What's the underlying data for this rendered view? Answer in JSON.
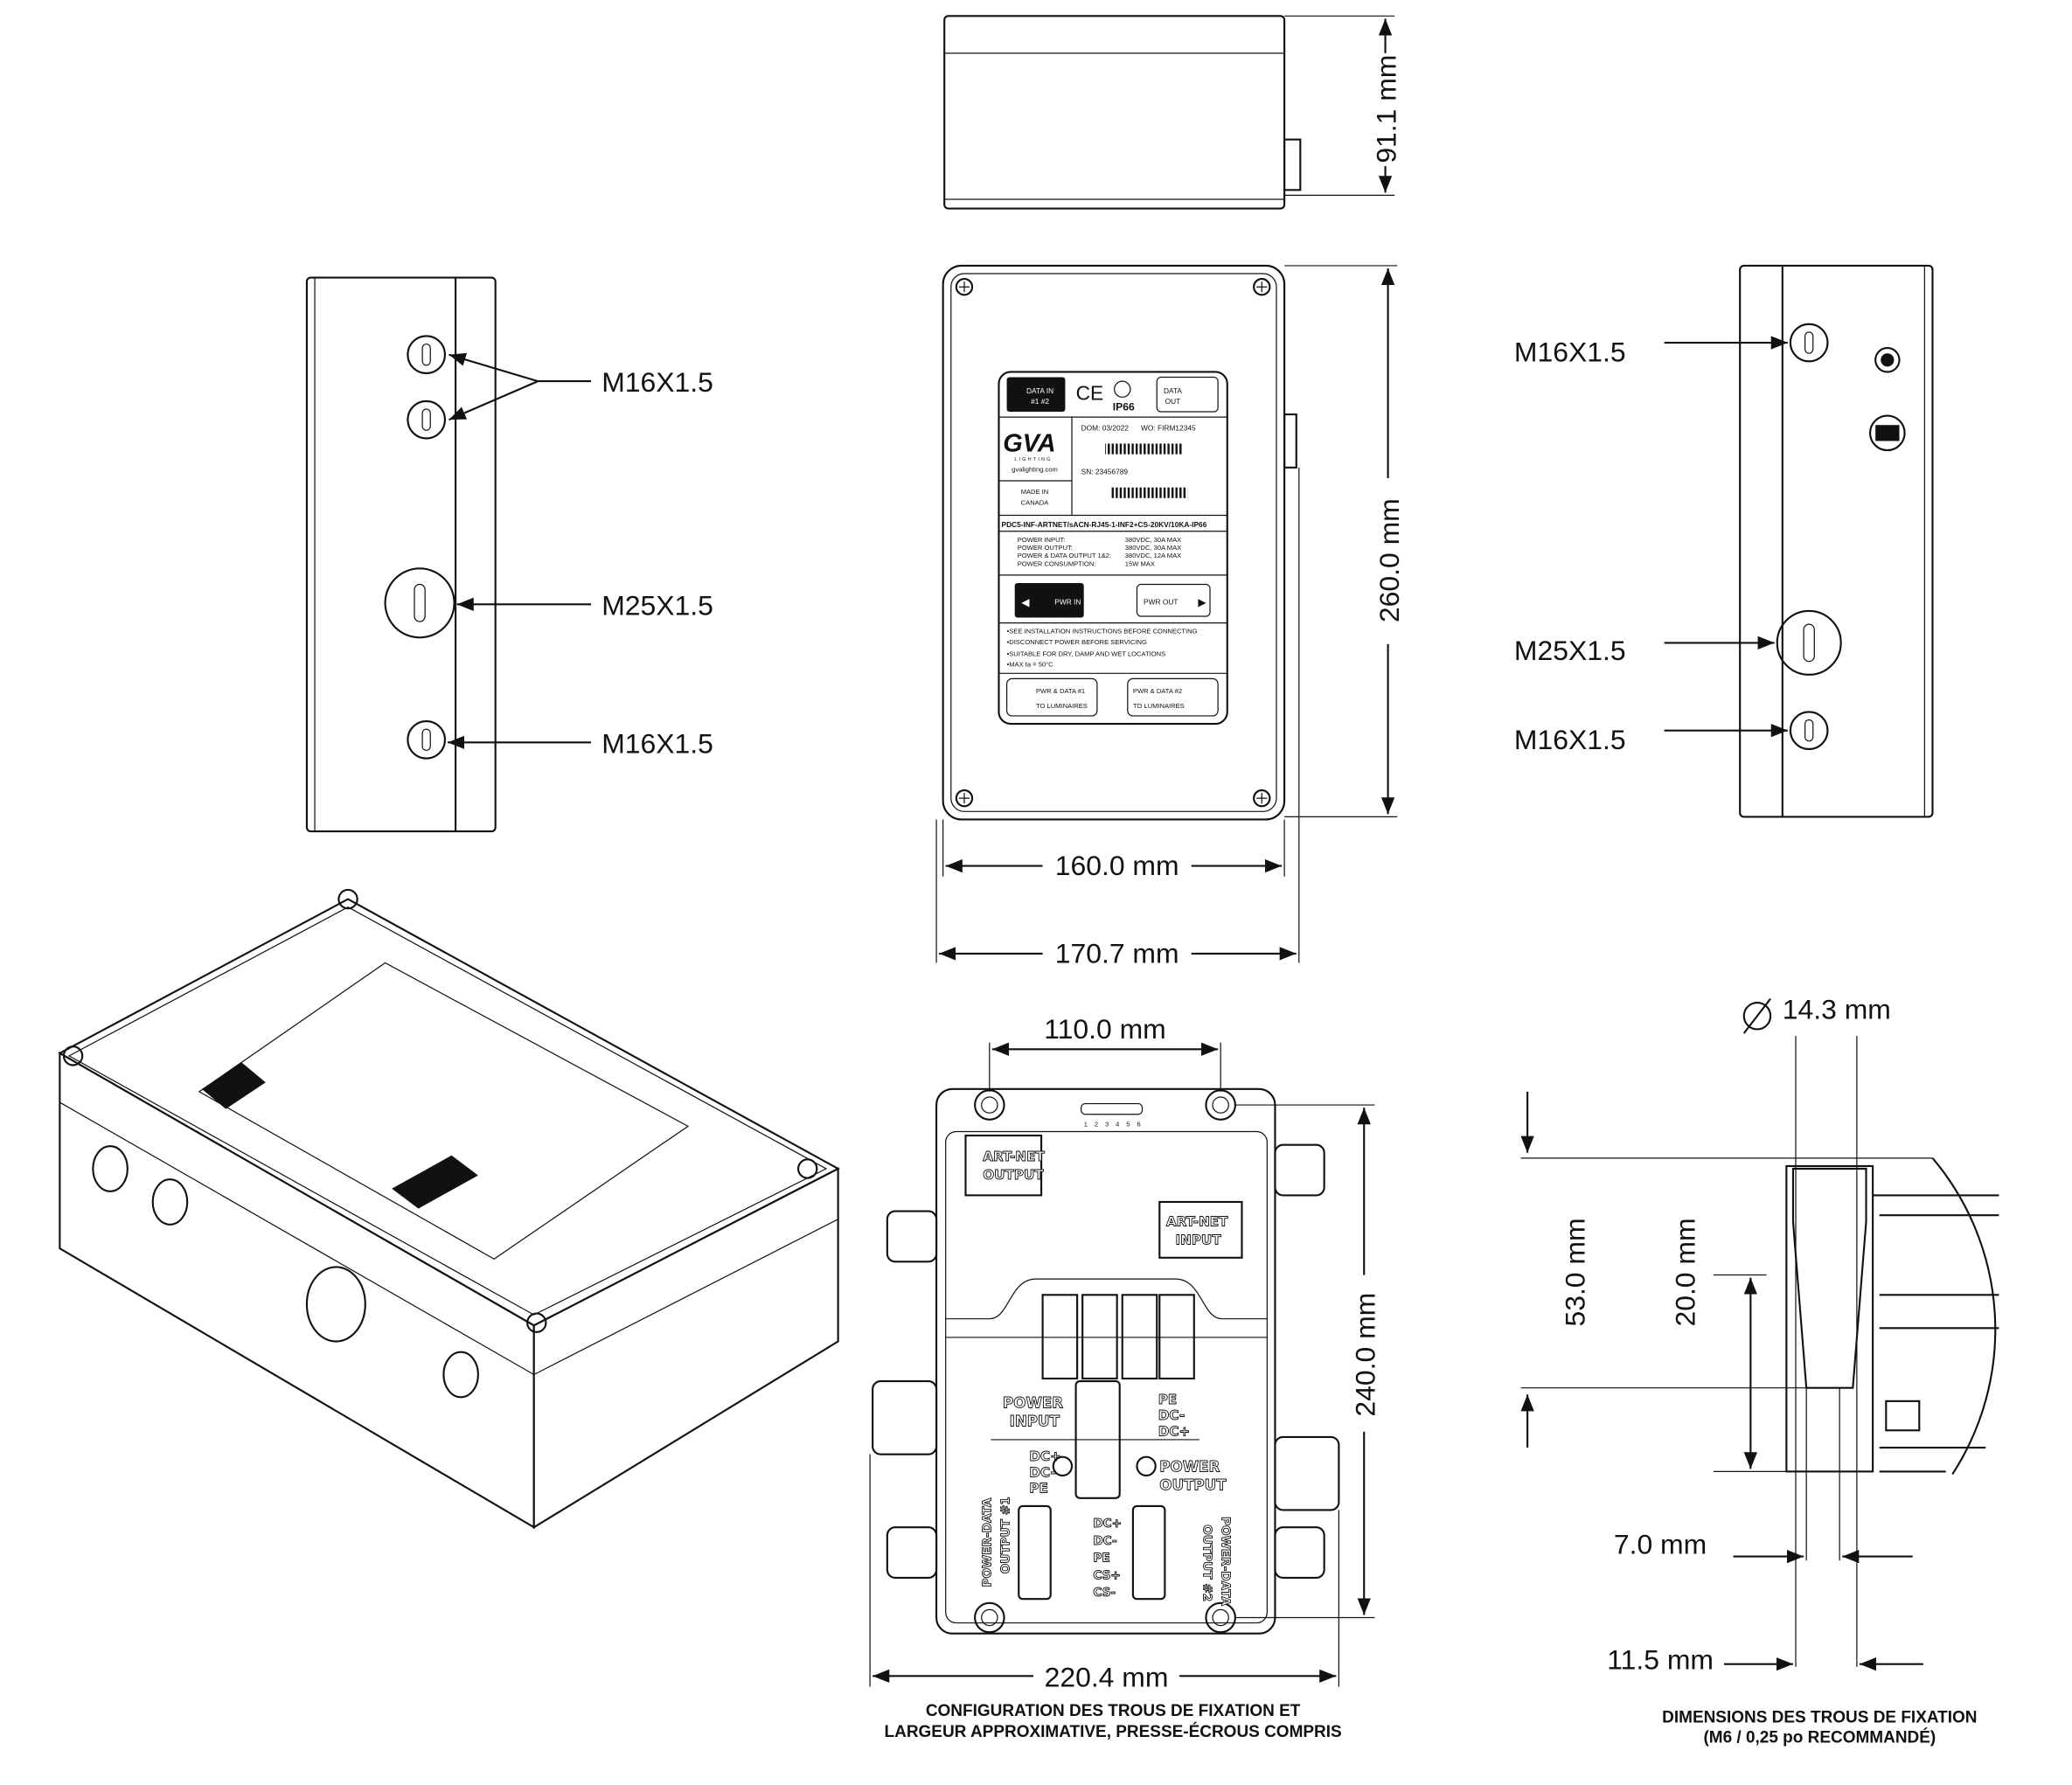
{
  "dimensions": {
    "height_side": "91.1 mm",
    "length_top": "260.0 mm",
    "width_body": "160.0 mm",
    "width_total": "170.7 mm",
    "hole_spacing_x": "110.0 mm",
    "hole_spacing_y": "240.0 mm",
    "width_with_glands": "220.4 mm",
    "hole_diameter": "14.3 mm",
    "depth_53": "53.0 mm",
    "depth_20": "20.0 mm",
    "width_7": "7.0 mm",
    "width_11": "11.5 mm"
  },
  "glands_left": [
    "M16X1.5",
    "M25X1.5",
    "M16X1.5"
  ],
  "glands_right": [
    "M16X1.5",
    "M25X1.5",
    "M16X1.5"
  ],
  "captions": {
    "mounting_line1": "CONFIGURATION DES TROUS DE FIXATION ET",
    "mounting_line2": "LARGEUR APPROXIMATIVE, PRESSE-ÉCROUS COMPRIS",
    "holes_line1": "DIMENSIONS DES TROUS DE FIXATION",
    "holes_line2": "(M6 / 0,25 po RECOMMANDÉ)"
  },
  "nameplate": {
    "data_in": "DATA IN",
    "data_in_ports": "#1 #2",
    "ce": "CE",
    "ip": "IP66",
    "data_out_1": "DATA",
    "data_out_2": "OUT",
    "logo": "GVA",
    "logo_sub": "LIGHTING",
    "website": "gvalighting.com",
    "dom": "DOM: 03/2022",
    "wo": "WO: FIRM12345",
    "sn": "SN: 23456789",
    "made_in_1": "MADE IN",
    "made_in_2": "CANADA",
    "model": "PDC5-INF-ARTNET/sACN-RJ45-1-INF2+CS-20KV/10KA-IP66",
    "specs": [
      {
        "k": "POWER INPUT:",
        "v": "380VDC, 30A MAX"
      },
      {
        "k": "POWER OUTPUT:",
        "v": "380VDC, 30A MAX"
      },
      {
        "k": "POWER & DATA OUTPUT 1&2:",
        "v": "380VDC, 12A MAX"
      },
      {
        "k": "POWER CONSUMPTION:",
        "v": "15W MAX"
      }
    ],
    "pwr_in": "PWR IN",
    "pwr_out": "PWR OUT",
    "notes": [
      "•SEE INSTALLATION INSTRUCTIONS BEFORE CONNECTING",
      "•DISCONNECT POWER BEFORE SERVICING",
      "•SUITABLE FOR DRY, DAMP AND WET LOCATIONS",
      "•MAX ta = 50°C"
    ],
    "out1_a": "PWR & DATA #1",
    "out1_b": "TO LUMINAIRES",
    "out2_a": "PWR & DATA #2",
    "out2_b": "TO LUMINAIRES"
  },
  "interior": {
    "artnet_output_1": "ART-NET",
    "artnet_output_2": "OUTPUT",
    "artnet_input_1": "ART-NET",
    "artnet_input_2": "INPUT",
    "dip_numbers": [
      "1",
      "2",
      "3",
      "4",
      "5",
      "6"
    ],
    "power_input_1": "POWER",
    "power_input_2": "INPUT",
    "power_input_pins": [
      "PE",
      "DC-",
      "DC+"
    ],
    "power_output_1": "POWER",
    "power_output_2": "OUTPUT",
    "power_output_pins": [
      "DC+",
      "DC-",
      "PE"
    ],
    "pd_output1_1": "POWER-DATA",
    "pd_output1_2": "OUTPUT #1",
    "pd_output2_1": "POWER-DATA",
    "pd_output2_2": "OUTPUT #2",
    "pd_pins": [
      "DC+",
      "DC-",
      "PE",
      "CS+",
      "CS-"
    ]
  }
}
